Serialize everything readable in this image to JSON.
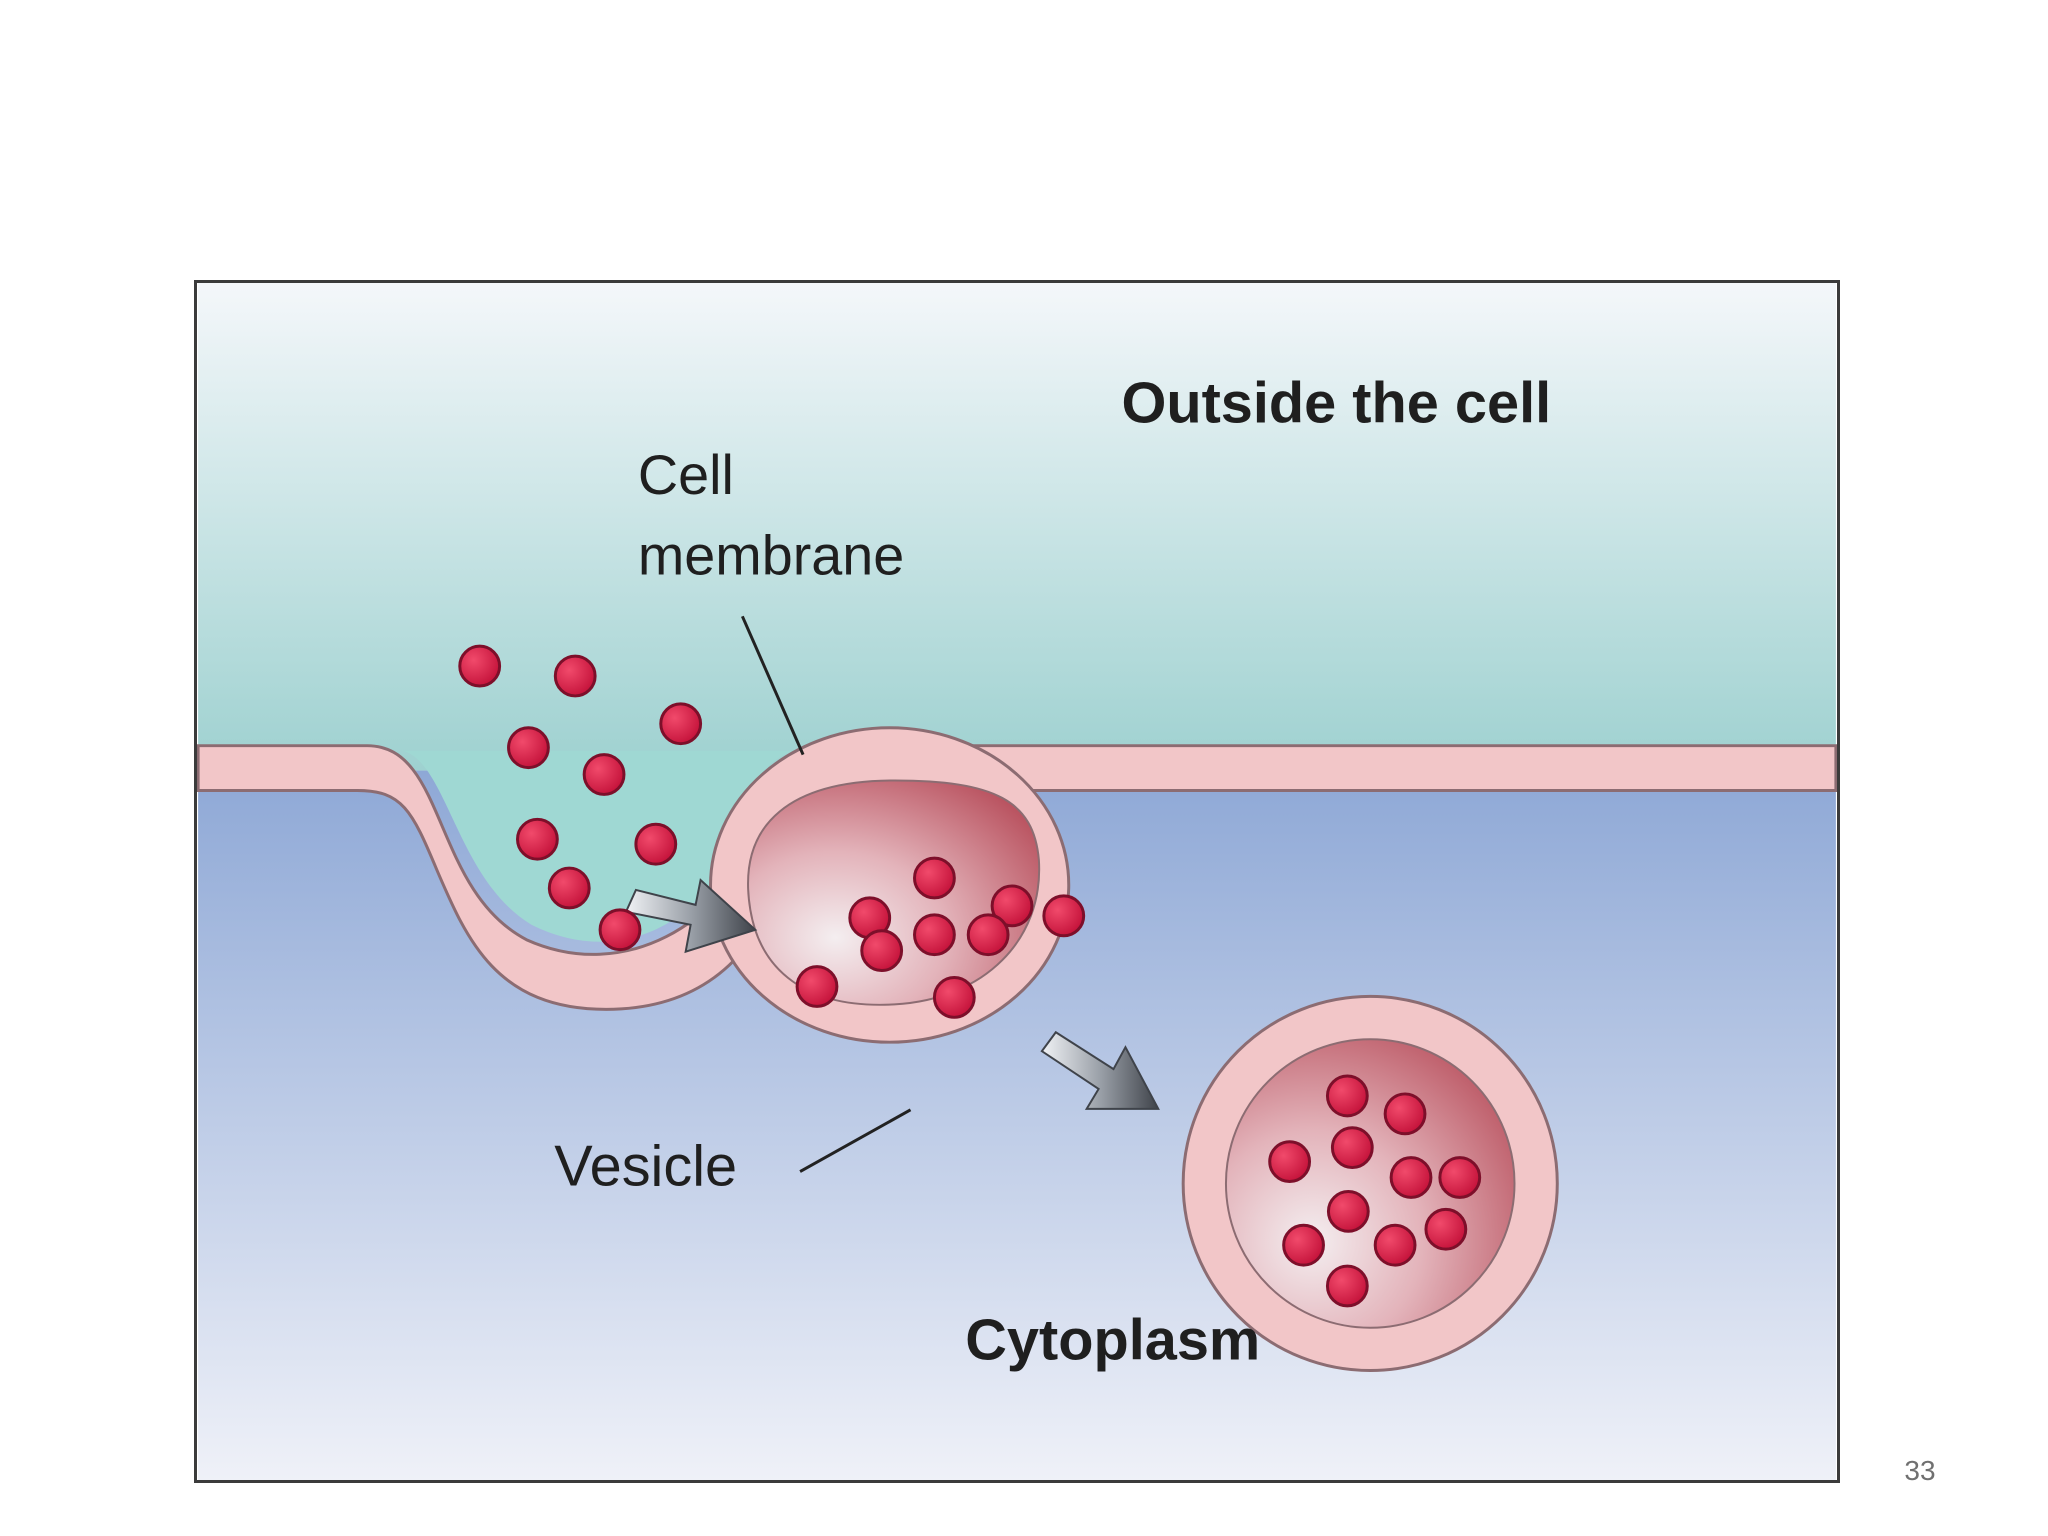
{
  "diagram": {
    "labels": {
      "outside": "Outside the cell",
      "membrane_line1": "Cell",
      "membrane_line2": "membrane",
      "vesicle": "Vesicle",
      "cytoplasm": "Cytoplasm"
    },
    "colors": {
      "outside_top": "#f4f7fa",
      "outside_bottom": "#9ed1d0",
      "cytoplasm_top": "#8ea8d6",
      "cytoplasm_bottom": "#eff1f8",
      "membrane": "#f2c6c8",
      "membrane_edge": "#8c6c72",
      "particle": "#d4183f",
      "particle_edge": "#7d0f2a",
      "arrow": "#555a62"
    }
  },
  "page": {
    "number": "33"
  }
}
